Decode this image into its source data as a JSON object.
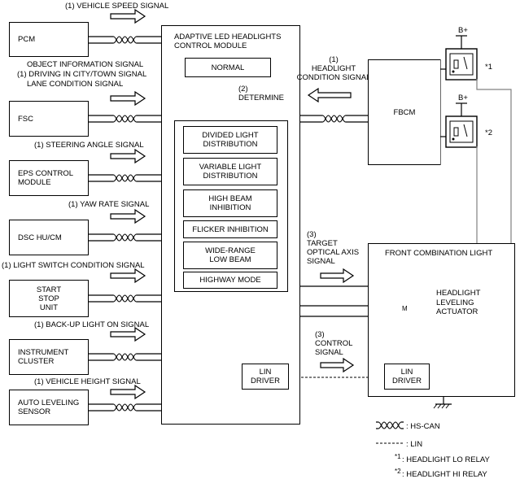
{
  "signals": {
    "vehicle_speed": "(1) VEHICLE SPEED SIGNAL",
    "object_info_1": "OBJECT INFORMATION SIGNAL",
    "object_info_2": "(1) DRIVING IN CITY/TOWN SIGNAL",
    "object_info_3": "LANE CONDITION SIGNAL",
    "steering_angle": "(1) STEERING ANGLE SIGNAL",
    "yaw_rate": "(1) YAW RATE SIGNAL",
    "light_switch": "(1) LIGHT SWITCH CONDITION SIGNAL",
    "backup_light": "(1) BACK-UP LIGHT ON SIGNAL",
    "vehicle_height": "(1) VEHICLE HEIGHT SIGNAL",
    "headlight_condition": "(1)\nHEADLIGHT\nCONDITION SIGNAL",
    "target_axis": "(3)\nTARGET\nOPTICAL AXIS\nSIGNAL",
    "control_signal": "(3)\nCONTROL\nSIGNAL",
    "determine": "(2)\nDETERMINE"
  },
  "modules": {
    "pcm": "PCM",
    "fsc": "FSC",
    "eps": "EPS CONTROL\nMODULE",
    "dsc": "DSC HU/CM",
    "start_stop": "START\nSTOP\nUNIT",
    "instrument": "INSTRUMENT\nCLUSTER",
    "auto_leveling": "AUTO LEVELING\nSENSOR",
    "fbcm": "FBCM",
    "front_combination": "FRONT COMBINATION LIGHT",
    "headlight_leveling": "HEADLIGHT\nLEVELING\nACTUATOR",
    "lin_driver_left": "LIN\nDRIVER",
    "lin_driver_right": "LIN\nDRIVER",
    "motor_symbol": "M"
  },
  "control_module": {
    "title": "ADAPTIVE LED HEADLIGHTS\nCONTROL MODULE",
    "normal": "NORMAL",
    "modes": [
      "DIVIDED  LIGHT\nDISTRIBUTION",
      "VARIABLE LIGHT\nDISTRIBUTION",
      "HIGH BEAM\nINHIBITION",
      "FLICKER INHIBITION",
      "WIDE-RANGE\nLOW BEAM",
      "HIGHWAY MODE"
    ]
  },
  "relays": {
    "b_plus_1": "B+",
    "b_plus_2": "B+",
    "mark_1": "*1",
    "mark_2": "*2"
  },
  "legend": {
    "hs_can": ": HS-CAN",
    "lin": ": LIN",
    "relay_lo": ": HEADLIGHT LO RELAY",
    "relay_hi": ": HEADLIGHT HI RELAY",
    "mark_1": "*1",
    "mark_2": "*2"
  },
  "colors": {
    "line": "#000000",
    "relay_wire": "#808080"
  }
}
